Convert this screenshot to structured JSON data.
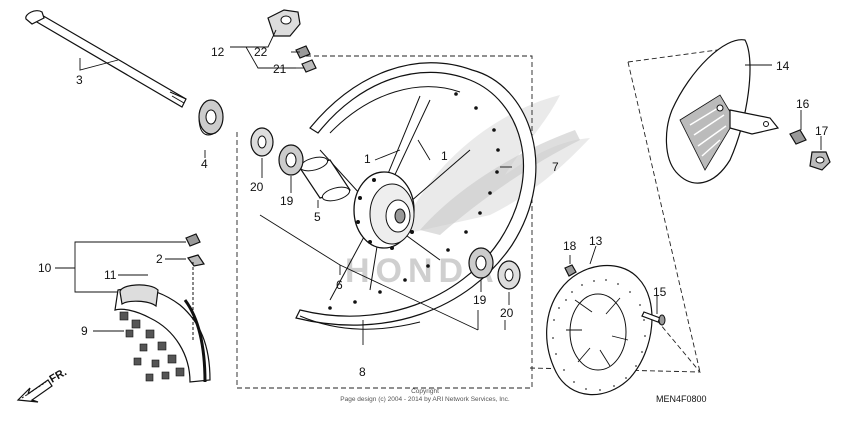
{
  "callouts": {
    "c1a": "1",
    "c1b": "1",
    "c2": "2",
    "c3": "3",
    "c4": "4",
    "c5": "5",
    "c6": "6",
    "c7": "7",
    "c8": "8",
    "c9": "9",
    "c10": "10",
    "c11": "11",
    "c12": "12",
    "c13": "13",
    "c14": "14",
    "c15": "15",
    "c16": "16",
    "c17": "17",
    "c18": "18",
    "c19a": "19",
    "c19b": "19",
    "c20a": "20",
    "c20b": "20",
    "c21": "21",
    "c22": "22"
  },
  "direction_label": "FR.",
  "diagram_code": "MEN4F0800",
  "footer": {
    "line1": "Copyright",
    "line2": "Page design (c) 2004 - 2014 by ARI Network Services, Inc."
  },
  "watermark": "HONDA",
  "colors": {
    "line": "#111111",
    "watermark": "#d8d8d8",
    "background": "#ffffff"
  }
}
